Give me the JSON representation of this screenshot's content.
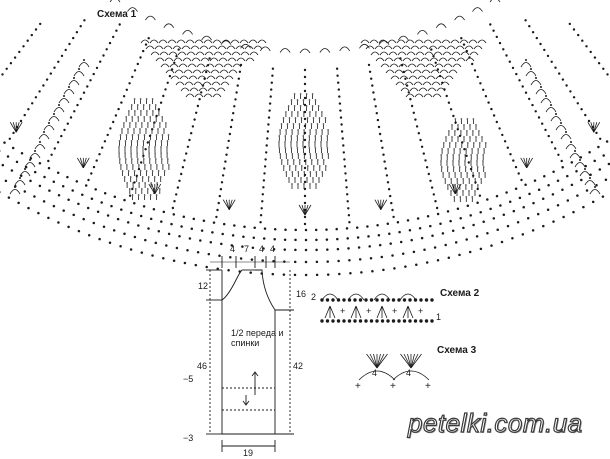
{
  "schema1": {
    "title": "Схема 1"
  },
  "schema2": {
    "title": "Схема 2",
    "row_labels": [
      "2",
      "1"
    ]
  },
  "schema3": {
    "title": "Схема 3",
    "repeat_label": "4"
  },
  "pattern": {
    "width_top": "4",
    "width_neck": "7",
    "width_shoulder_a": "4",
    "width_shoulder_b": "4",
    "height_left_top": "12",
    "height_right_top": "16",
    "height_left_total": "46",
    "height_right_total": "42",
    "offset_upper": "−5",
    "offset_lower": "−3",
    "width_bottom": "19",
    "note": "1/2 переда и спинки"
  },
  "watermark": "petelki.com.ua",
  "colors": {
    "ink": "#1a1a1a",
    "background": "#ffffff"
  }
}
